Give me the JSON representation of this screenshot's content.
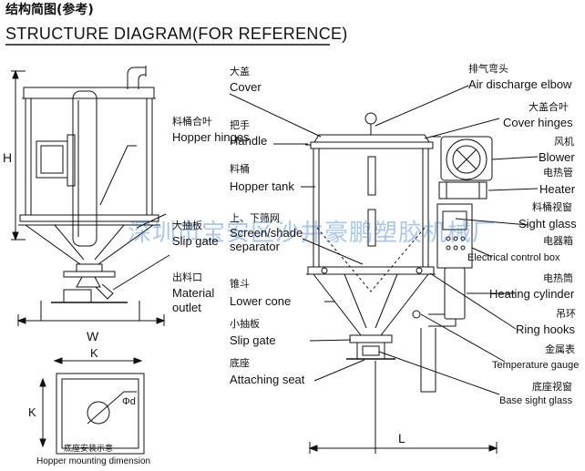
{
  "header": {
    "title_cn": "结构简图(参考)",
    "title_en": "STRUCTURE DIAGRAM(FOR REFERENCE)"
  },
  "watermark": "深圳市宝安区沙井豪鹏塑胶机械厂",
  "left_view": {
    "labels": [
      {
        "cn": "料桶合叶",
        "en": "Hopper hinges"
      },
      {
        "cn": "大抽板",
        "en": "Slip gate"
      },
      {
        "cn": "出料口",
        "en": "Material outlet"
      }
    ],
    "dim_h": "H",
    "dim_w": "W"
  },
  "mounting": {
    "dim_k_top": "K",
    "dim_k_side": "K",
    "dim_d": "Φd",
    "caption_cn": "底座安装示意",
    "caption_en": "Hopper mounting dimension"
  },
  "right_view": {
    "left_labels": [
      {
        "cn": "大盖",
        "en": "Cover"
      },
      {
        "cn": "把手",
        "en": "Handle"
      },
      {
        "cn": "料桶",
        "en": "Hopper tank"
      },
      {
        "cn": "上、下筛网",
        "en": "Screen/shade separator"
      },
      {
        "cn": "锥斗",
        "en": "Lower cone"
      },
      {
        "cn": "小抽板",
        "en": "Slip gate"
      },
      {
        "cn": "底座",
        "en": "Attaching seat"
      }
    ],
    "right_labels": [
      {
        "cn": "排气弯头",
        "en": "Air discharge elbow"
      },
      {
        "cn": "大盖合叶",
        "en": "Cover hinges"
      },
      {
        "cn": "风机",
        "en": "Blower"
      },
      {
        "cn": "电热管",
        "en": "Heater"
      },
      {
        "cn": "料桶视窗",
        "en": "Sight glass"
      },
      {
        "cn": "电器箱",
        "en": "Electrical control box"
      },
      {
        "cn": "电热筒",
        "en": "Heating cylinder"
      },
      {
        "cn": "吊环",
        "en": "Ring hooks"
      },
      {
        "cn": "金属表",
        "en": "Temperature gauge"
      },
      {
        "cn": "底座视窗",
        "en": "Base sight glass"
      }
    ],
    "dim_l": "L"
  }
}
